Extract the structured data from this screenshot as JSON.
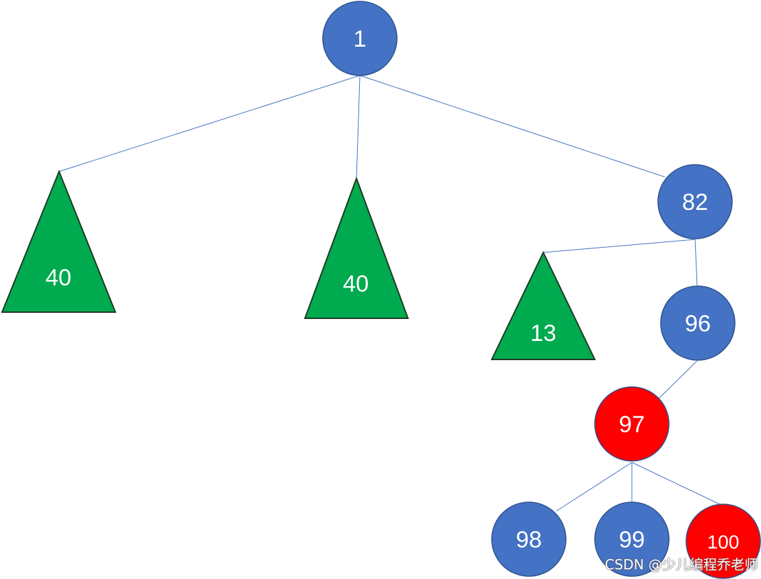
{
  "colors": {
    "blue_node": "#4472C4",
    "red_node": "#FF0000",
    "green_triangle": "#00AA4F",
    "edge": "#4472C4",
    "label": "#FFFFFF"
  },
  "nodes": {
    "root": {
      "label": "1",
      "shape": "circle",
      "color": "blue"
    },
    "tri_left": {
      "label": "40",
      "shape": "triangle",
      "color": "green"
    },
    "tri_middle": {
      "label": "40",
      "shape": "triangle",
      "color": "green"
    },
    "n82": {
      "label": "82",
      "shape": "circle",
      "color": "blue"
    },
    "tri_13": {
      "label": "13",
      "shape": "triangle",
      "color": "green"
    },
    "n96": {
      "label": "96",
      "shape": "circle",
      "color": "blue"
    },
    "n97": {
      "label": "97",
      "shape": "circle",
      "color": "red"
    },
    "n98": {
      "label": "98",
      "shape": "circle",
      "color": "blue"
    },
    "n99": {
      "label": "99",
      "shape": "circle",
      "color": "blue"
    },
    "n100": {
      "label": "100",
      "shape": "circle",
      "color": "red"
    }
  },
  "edges": [
    [
      "root",
      "tri_left"
    ],
    [
      "root",
      "tri_middle"
    ],
    [
      "root",
      "n82"
    ],
    [
      "n82",
      "tri_13"
    ],
    [
      "n82",
      "n96"
    ],
    [
      "n96",
      "n97"
    ],
    [
      "n97",
      "n98"
    ],
    [
      "n97",
      "n99"
    ],
    [
      "n97",
      "n100"
    ]
  ],
  "watermark": "CSDN @少儿编程乔老师"
}
